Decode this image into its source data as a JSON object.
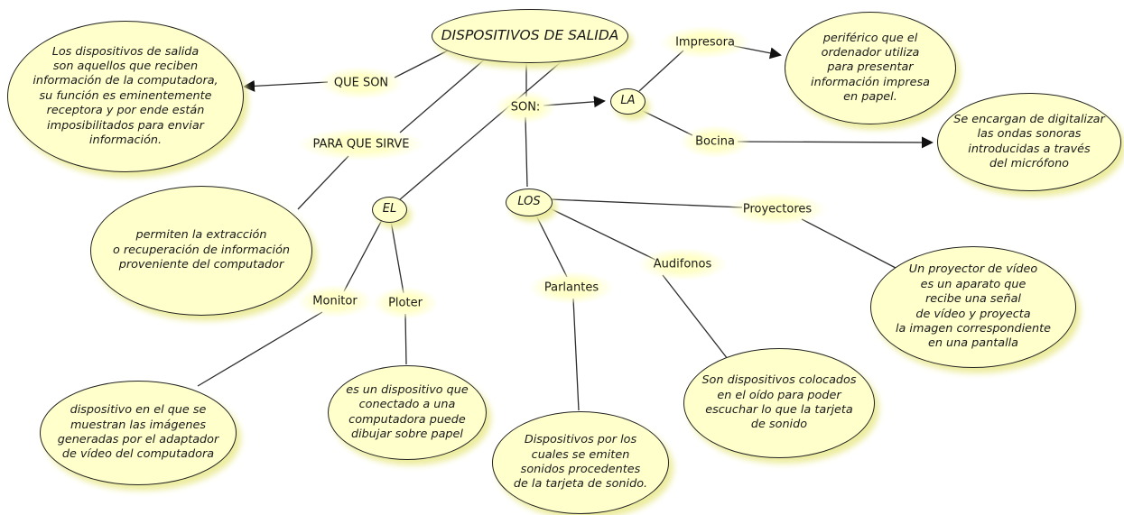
{
  "colors": {
    "node_fill": "#ffffcc",
    "node_border": "#222222",
    "glow_shadow": "#ededa0",
    "line": "#2e2e2e",
    "text": "#1a1a1a"
  },
  "map": {
    "root": "DISPOSITIVOS DE SALIDA",
    "links": {
      "que_son": "QUE SON",
      "para_que_sirve": "PARA QUE SIRVE",
      "son": "SON:",
      "la": "LA",
      "el": "EL",
      "los": "LOS",
      "impresora": "Impresora",
      "bocina": "Bocina",
      "monitor": "Monitor",
      "ploter": "Ploter",
      "parlantes": "Parlantes",
      "audifonos": "Audifonos",
      "proyectores": "Proyectores"
    },
    "definitions": {
      "general": "Los dispositivos de salida\nson aquellos que reciben\ninformación de la computadora,\nsu función es eminentemente\nreceptora y por ende están\nimposibilitados para enviar\ninformación.",
      "uses": "permiten la extracción\no recuperación de información\nproveniente del computador",
      "impresora": "periférico que el\nordenador utiliza\npara presentar\ninformación impresa\nen papel.",
      "bocina": "Se encargan de digitalizar\nlas ondas sonoras\nintroducidas a través\ndel micrófono",
      "monitor": "dispositivo en el que se\nmuestran las imágenes\ngeneradas por el adaptador\nde vídeo del computadora",
      "ploter": "es un dispositivo que\nconectado a una\ncomputadora puede\ndibujar sobre papel",
      "parlantes": "Dispositivos por los\ncuales se emiten\nsonidos procedentes\nde la tarjeta de sonido.",
      "audifonos": "Son dispositivos colocados\nen el oído para poder\nescuchar lo que la tarjeta\nde sonido",
      "proyectores": "Un proyector de vídeo\nes un aparato que\nrecibe una señal\nde vídeo y proyecta\nla imagen correspondiente\nen una pantalla"
    }
  }
}
